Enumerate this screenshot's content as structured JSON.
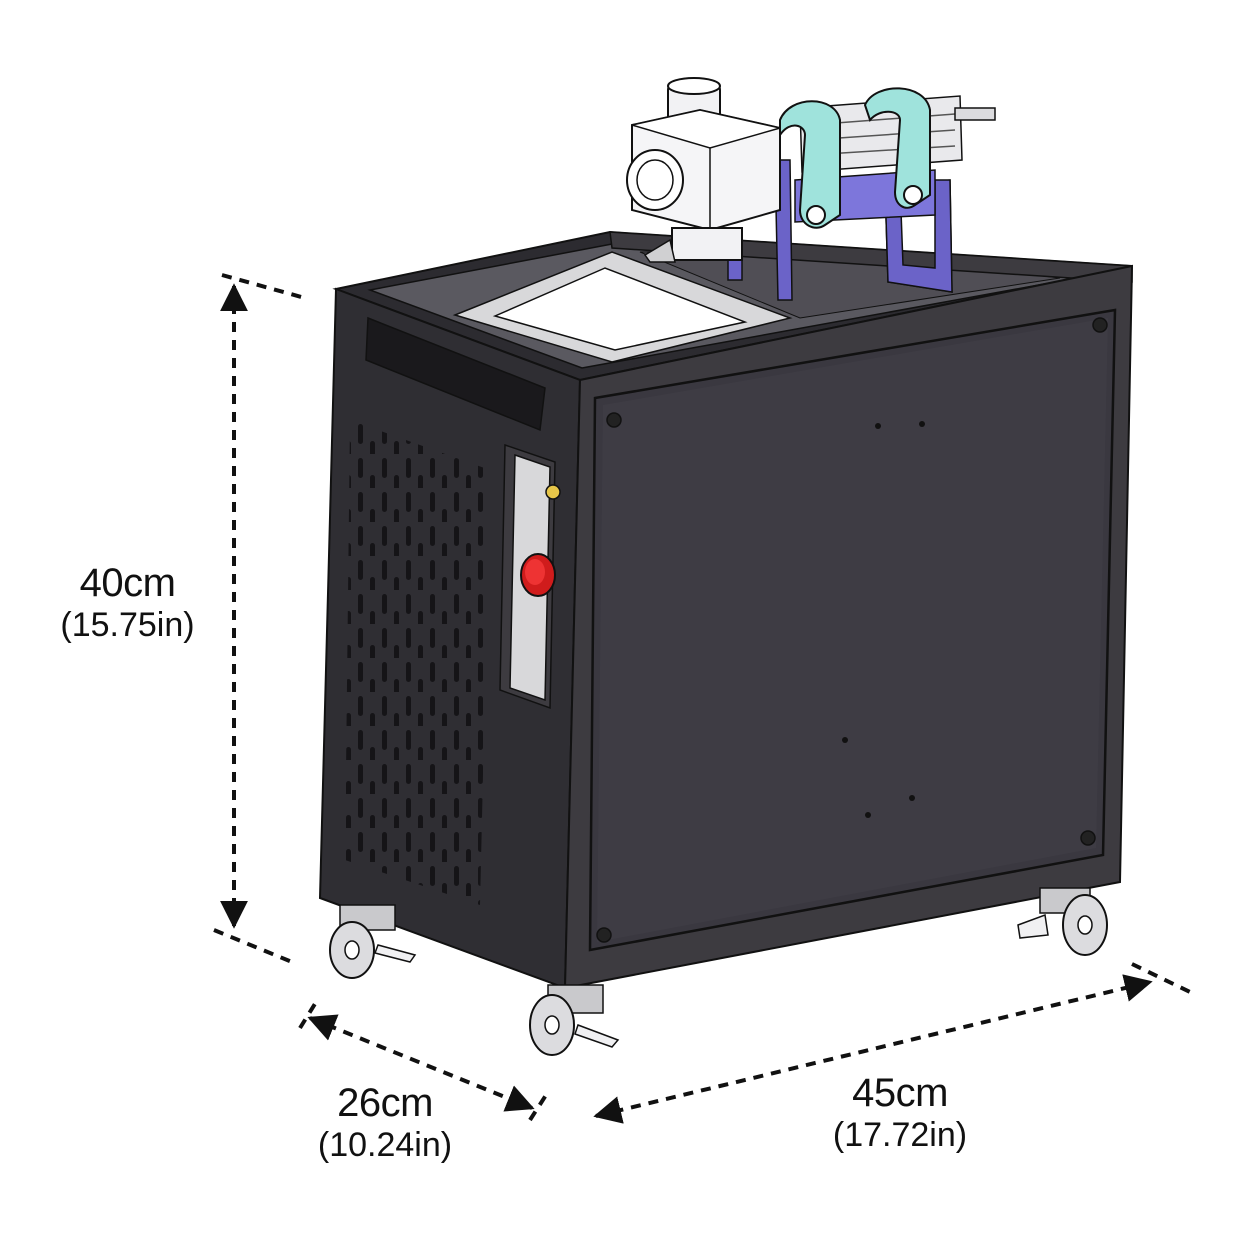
{
  "dimensions": {
    "height": {
      "metric": "40cm",
      "imperial": "(15.75in)"
    },
    "depth": {
      "metric": "26cm",
      "imperial": "(10.24in)"
    },
    "width": {
      "metric": "45cm",
      "imperial": "(17.72in)"
    }
  },
  "colors": {
    "cabinet_dark": "#3d3b40",
    "cabinet_side": "#2f2e33",
    "cabinet_edge": "#4a4850",
    "bracket_purple": "#6b63c8",
    "clamp_cyan": "#9fe3dc",
    "emergency_red": "#d01c1c",
    "dimension_line": "#111111"
  },
  "icons": [
    "emergency-stop-button",
    "caster-wheel",
    "laser-head",
    "dimension-arrow"
  ]
}
